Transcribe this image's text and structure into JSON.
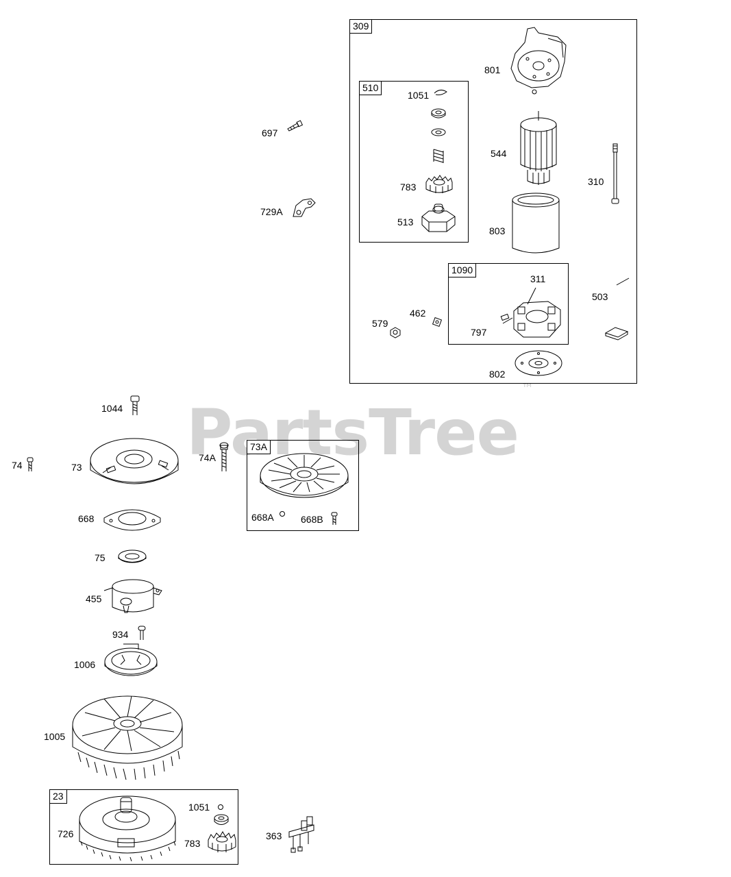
{
  "watermark": {
    "text": "PartsTree",
    "trademark": "™"
  },
  "groups": {
    "g309": "309",
    "g510": "510",
    "g1090": "1090",
    "g73A": "73A",
    "g23": "23"
  },
  "labels": {
    "p697": "697",
    "p729A": "729A",
    "p801": "801",
    "p1051a": "1051",
    "p544": "544",
    "p783a": "783",
    "p513": "513",
    "p803": "803",
    "p310": "310",
    "p311": "311",
    "p503": "503",
    "p462": "462",
    "p579": "579",
    "p797": "797",
    "p802": "802",
    "p1044": "1044",
    "p74": "74",
    "p73": "73",
    "p74A": "74A",
    "p668A": "668A",
    "p668B": "668B",
    "p668": "668",
    "p75": "75",
    "p455": "455",
    "p934": "934",
    "p1006": "1006",
    "p1005": "1005",
    "p726": "726",
    "p1051b": "1051",
    "p783b": "783",
    "p363": "363"
  }
}
